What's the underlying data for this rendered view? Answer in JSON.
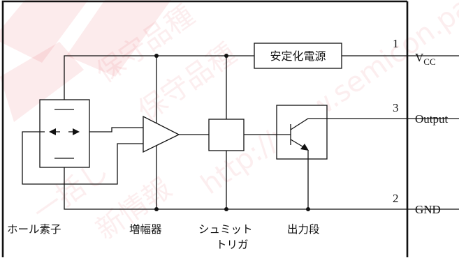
{
  "blocks": {
    "regulator": "安定化電源",
    "hall_element": "ホール素子",
    "amplifier": "増幅器",
    "schmitt_line1": "シュミット",
    "schmitt_line2": "トリガ",
    "output_stage": "出力段"
  },
  "pins": {
    "vcc": {
      "number": "1",
      "name": "V",
      "subscript": "CC"
    },
    "output": {
      "number": "3",
      "name": "Output"
    },
    "gnd": {
      "number": "2",
      "name": "GND"
    }
  },
  "watermark": {
    "lines": [
      "保守品種",
      "保守品種",
      "一括し",
      "新情報",
      "http://www.semicon.panas"
    ],
    "color": "#e0202a"
  }
}
